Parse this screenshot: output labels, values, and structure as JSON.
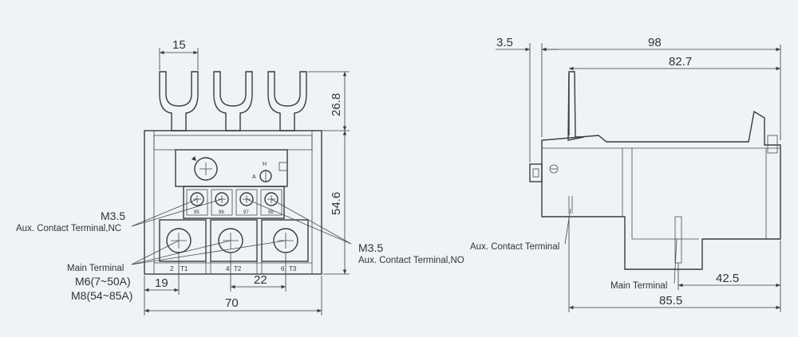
{
  "front_view": {
    "dims": {
      "top_width": "15",
      "height_upper": "26.8",
      "height_total": "54.6",
      "aux_pitch": "19",
      "main_pitch": "22",
      "total_width": "70"
    },
    "labels": {
      "aux_nc_size": "M3.5",
      "aux_nc_text": "Aux. Contact Terminal,NC",
      "aux_no_size": "M3.5",
      "aux_no_text": "Aux. Contact Terminal,NO",
      "main_terminal": "Main  Terminal",
      "main_m6": "M6(7~50A)",
      "main_m8": "M8(54~85A)"
    },
    "terminal_marks": [
      "2",
      "T1",
      "4",
      "T2",
      "6",
      "T3"
    ],
    "aux_marks": [
      "95",
      "96",
      "97",
      "98"
    ],
    "dial_marks": {
      "h": "H",
      "a": "A"
    }
  },
  "side_view": {
    "dims": {
      "offset": "3.5",
      "total_length": "98",
      "length_inner": "82.7",
      "base_depth": "42.5",
      "base_length": "85.5"
    },
    "labels": {
      "aux_terminal": "Aux.  Contact  Terminal",
      "main_terminal": "Main  Terminal"
    }
  },
  "colors": {
    "background": "#eef3f8",
    "line": "#3a3a3a"
  }
}
